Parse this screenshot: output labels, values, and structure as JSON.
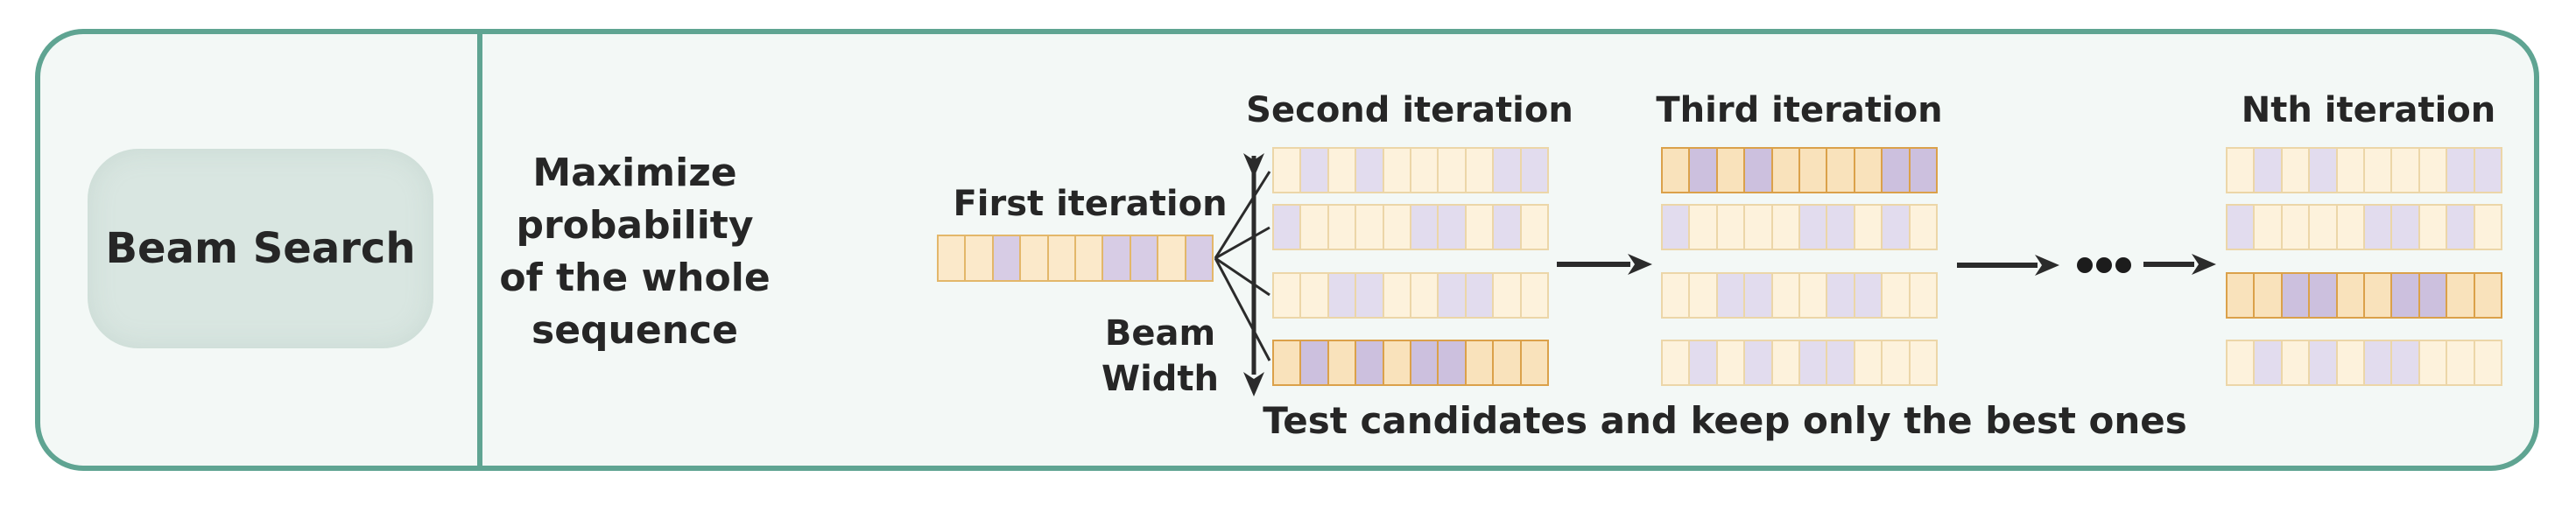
{
  "method": {
    "name": "Beam Search"
  },
  "description": "Maximize\nprobability\nof the whole\nsequence",
  "labels": {
    "first_iteration": "First iteration",
    "beam_width": "Beam\nWidth",
    "caption": "Test candidates and keep only the best ones"
  },
  "first_strip": {
    "shade": "mid",
    "tokens": [
      "o",
      "o",
      "p",
      "o",
      "o",
      "o",
      "p",
      "p",
      "o",
      "p"
    ]
  },
  "iterations": [
    {
      "label": "Second iteration",
      "rows": [
        {
          "tokens": [
            "o",
            "p",
            "o",
            "p",
            "o",
            "o",
            "o",
            "o",
            "p",
            "p"
          ],
          "highlight": false
        },
        {
          "tokens": [
            "p",
            "o",
            "o",
            "o",
            "o",
            "p",
            "p",
            "o",
            "p",
            "o"
          ],
          "highlight": false
        },
        {
          "tokens": [
            "o",
            "o",
            "p",
            "p",
            "o",
            "o",
            "p",
            "p",
            "o",
            "o"
          ],
          "highlight": false
        },
        {
          "tokens": [
            "o",
            "p",
            "o",
            "p",
            "o",
            "p",
            "p",
            "o",
            "o",
            "o"
          ],
          "highlight": true
        }
      ]
    },
    {
      "label": "Third iteration",
      "rows": [
        {
          "tokens": [
            "o",
            "p",
            "o",
            "p",
            "o",
            "o",
            "o",
            "o",
            "p",
            "p"
          ],
          "highlight": true
        },
        {
          "tokens": [
            "p",
            "o",
            "o",
            "o",
            "o",
            "p",
            "p",
            "o",
            "p",
            "o"
          ],
          "highlight": false
        },
        {
          "tokens": [
            "o",
            "o",
            "p",
            "p",
            "o",
            "o",
            "p",
            "p",
            "o",
            "o"
          ],
          "highlight": false
        },
        {
          "tokens": [
            "o",
            "p",
            "o",
            "p",
            "o",
            "p",
            "p",
            "o",
            "o",
            "o"
          ],
          "highlight": false
        }
      ]
    },
    {
      "label": "Nth iteration",
      "rows": [
        {
          "tokens": [
            "o",
            "p",
            "o",
            "p",
            "o",
            "o",
            "o",
            "o",
            "p",
            "p"
          ],
          "highlight": false
        },
        {
          "tokens": [
            "p",
            "o",
            "o",
            "o",
            "o",
            "p",
            "p",
            "o",
            "p",
            "o"
          ],
          "highlight": false
        },
        {
          "tokens": [
            "o",
            "o",
            "p",
            "p",
            "o",
            "o",
            "p",
            "p",
            "o",
            "o"
          ],
          "highlight": true
        },
        {
          "tokens": [
            "o",
            "p",
            "o",
            "p",
            "o",
            "p",
            "p",
            "o",
            "o",
            "o"
          ],
          "highlight": false
        }
      ]
    }
  ],
  "colors": {
    "accent_teal": "#5FA492",
    "panel_bg": "#F3F8F6",
    "pill_bg": "#D9E6E1",
    "text": "#262626",
    "arrow": "#2B2B2B",
    "cell_orange_light": "#FDF2DC",
    "cell_purple_light": "#E2DCEE",
    "cell_border_light": "#ECD6A8",
    "cell_orange_mid": "#FBE9CA",
    "cell_purple_mid": "#D7CCE5",
    "cell_border_mid": "#E3B76A",
    "cell_orange_dark": "#F9E2BB",
    "cell_purple_dark": "#CCC0DE",
    "cell_border_dark": "#DBA14A"
  }
}
